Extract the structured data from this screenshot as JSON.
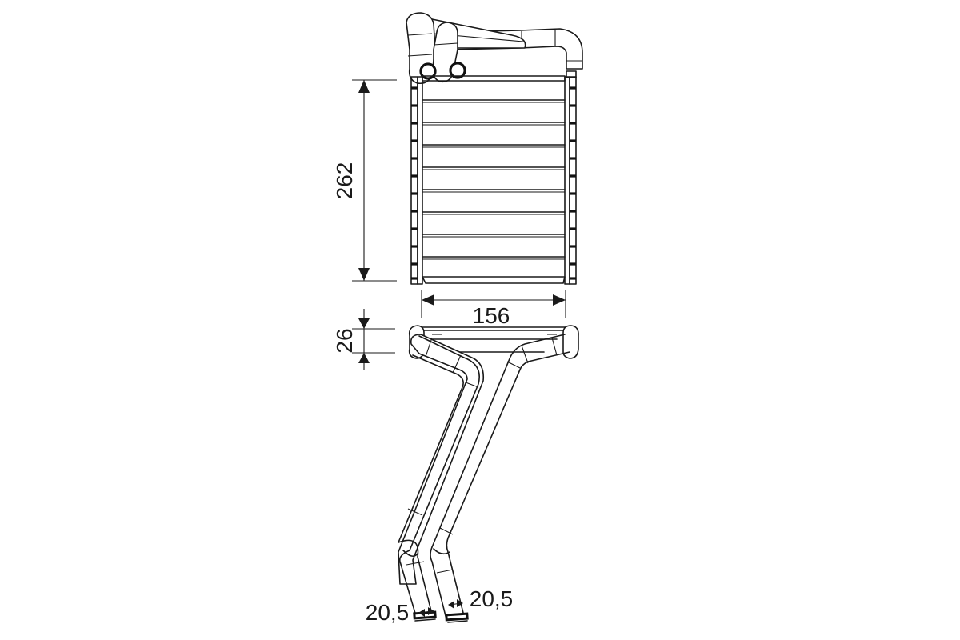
{
  "drawing": {
    "subject": "heater core technical drawing",
    "colors": {
      "line": "#1a1a1a",
      "background": "#ffffff"
    },
    "dimensions": {
      "height": {
        "value": "262",
        "orientation": "vertical"
      },
      "width": {
        "value": "156",
        "orientation": "horizontal"
      },
      "depth": {
        "value": "26",
        "orientation": "vertical"
      },
      "pipe_left_diameter": {
        "value": "20,5"
      },
      "pipe_right_diameter": {
        "value": "20,5"
      }
    },
    "views": [
      "front-view",
      "top-view"
    ],
    "core_tube_count": 9
  }
}
